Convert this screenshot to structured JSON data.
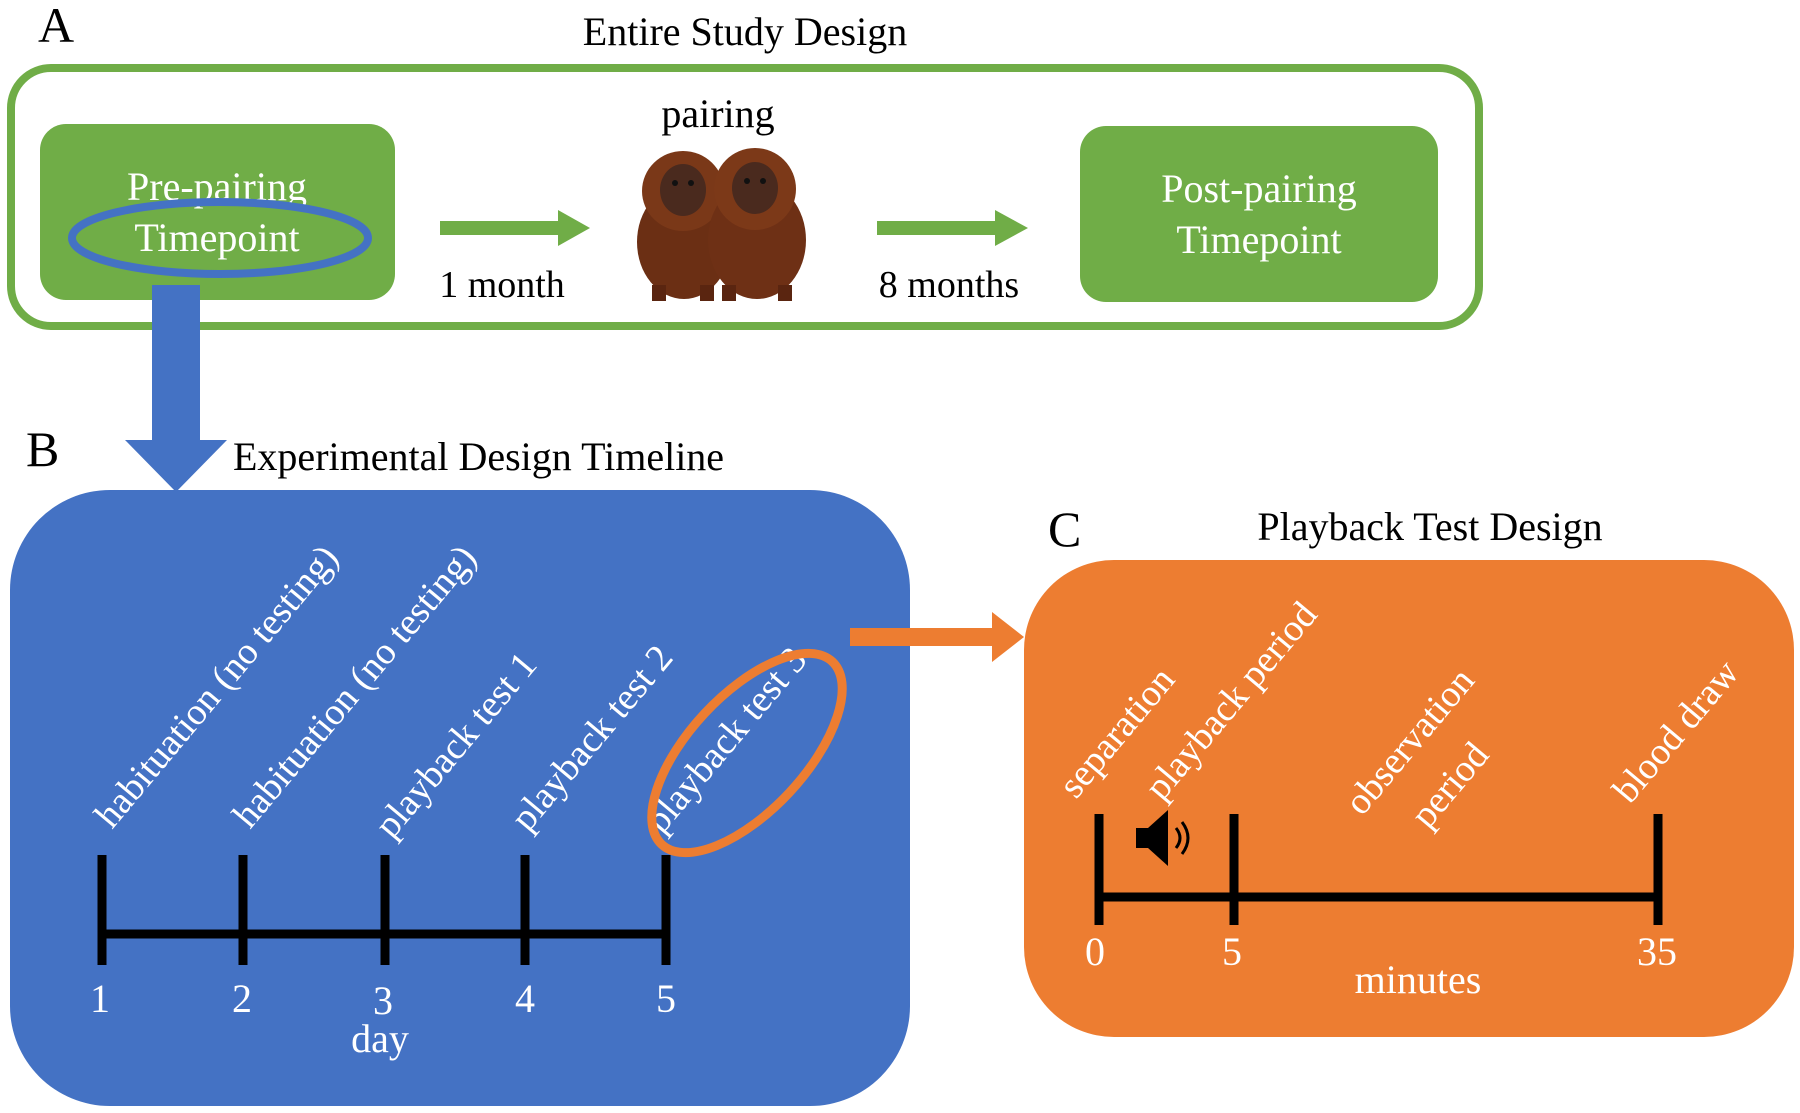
{
  "panel_a": {
    "letter": "A",
    "title": "Entire Study Design",
    "pre_label_line1": "Pre-pairing",
    "pre_label_line2": "Timepoint",
    "interval_1": "1 month",
    "pairing_label": "pairing",
    "interval_2": "8 months",
    "post_label_line1": "Post-pairing",
    "post_label_line2": "Timepoint"
  },
  "panel_b": {
    "letter": "B",
    "title": "Experimental Design Timeline",
    "events": [
      "habituation (no testing)",
      "habituation (no testing)",
      "playback test 1",
      "playback test 2",
      "playback test 3"
    ],
    "ticks": [
      "1",
      "2",
      "3",
      "4",
      "5"
    ],
    "axis_label": "day"
  },
  "panel_c": {
    "letter": "C",
    "title": "Playback Test Design",
    "event_separation": "separation",
    "event_playback": "playback period",
    "event_observation_line1": "observation",
    "event_observation_line2": "period",
    "event_blood": "blood draw",
    "ticks": [
      "0",
      "5",
      "35"
    ],
    "axis_label": "minutes"
  },
  "colors": {
    "green": "#70AD47",
    "blue": "#4472C4",
    "orange": "#ED7D31",
    "black": "#000000",
    "white": "#ffffff"
  },
  "icons": [
    "monkey-pair-image",
    "speaker-icon"
  ]
}
